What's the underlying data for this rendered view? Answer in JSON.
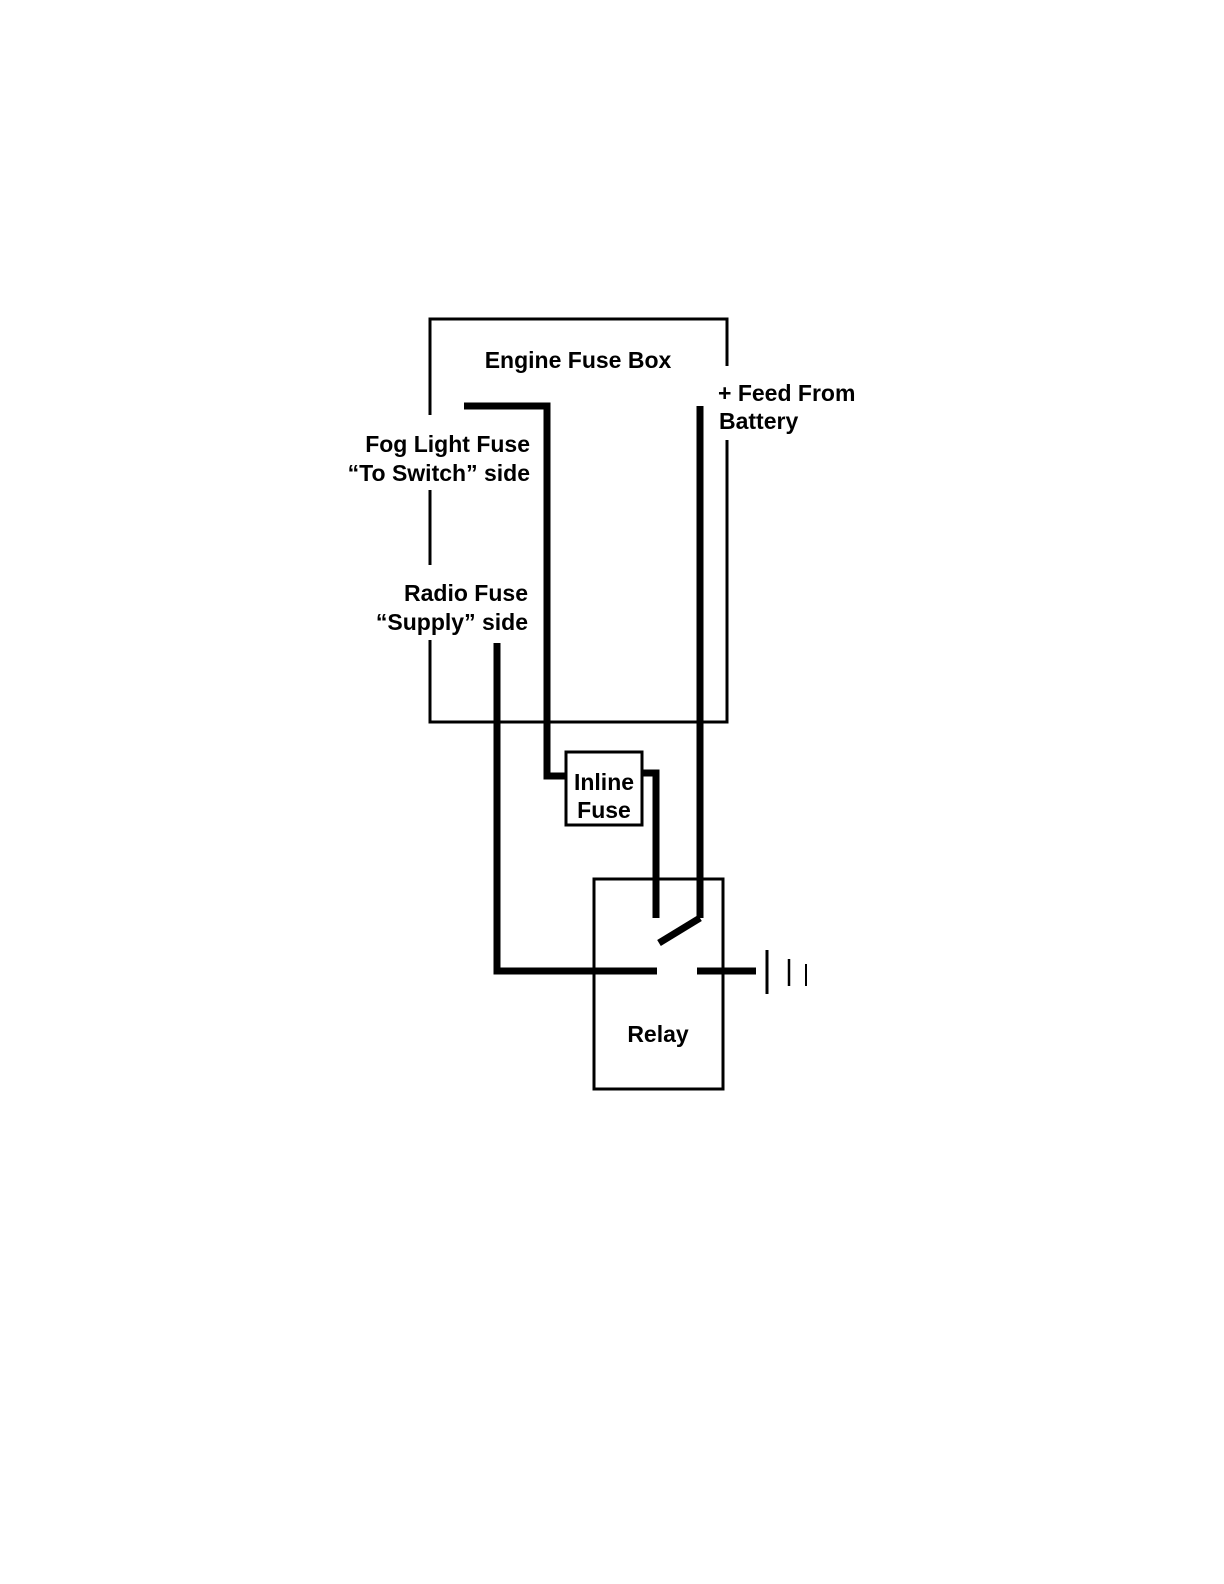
{
  "diagram": {
    "fuse_box_label": "Engine Fuse Box",
    "feed_label_line1": "+ Feed From",
    "feed_label_line2": "Battery",
    "fog_label_line1": "Fog Light Fuse",
    "fog_label_line2": "“To Switch” side",
    "radio_label_line1": "Radio Fuse",
    "radio_label_line2": "“Supply” side",
    "inline_fuse_line1": "Inline",
    "inline_fuse_line2": "Fuse",
    "relay_label": "Relay",
    "ground_symbol": "ground-icon"
  }
}
